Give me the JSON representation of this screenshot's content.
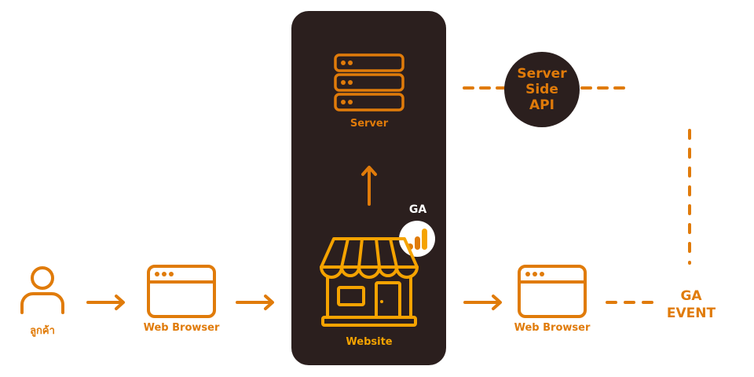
{
  "colors": {
    "accent": "#e07b0a",
    "amber": "#f5a300",
    "panel": "#2b1f1e",
    "background": "#ffffff"
  },
  "nodes": {
    "customer": {
      "label": "ลูกค้า",
      "icon": "user-icon"
    },
    "browser_left": {
      "label": "Web Browser",
      "icon": "browser-window-icon"
    },
    "server": {
      "label": "Server",
      "icon": "server-stack-icon"
    },
    "website": {
      "label": "Website",
      "icon": "storefront-icon"
    },
    "ga_badge": {
      "label": "GA",
      "icon": "google-analytics-icon"
    },
    "server_side_api": {
      "lines": [
        "Server",
        "Side",
        "API"
      ]
    },
    "browser_right": {
      "label": "Web Browser",
      "icon": "browser-window-icon"
    },
    "ga_event": {
      "lines": [
        "GA",
        "EVENT"
      ]
    }
  },
  "edges": [
    {
      "from": "customer",
      "to": "browser_left",
      "style": "arrow"
    },
    {
      "from": "browser_left",
      "to": "website",
      "style": "arrow"
    },
    {
      "from": "website",
      "to": "server",
      "style": "arrow"
    },
    {
      "from": "website",
      "to": "browser_right",
      "style": "arrow"
    },
    {
      "from": "browser_right",
      "to": "ga_event",
      "style": "dashed"
    },
    {
      "from": "ga_event",
      "to": "server_side_api",
      "style": "dashed"
    },
    {
      "from": "server_side_api",
      "to": "server",
      "style": "dashed"
    }
  ]
}
